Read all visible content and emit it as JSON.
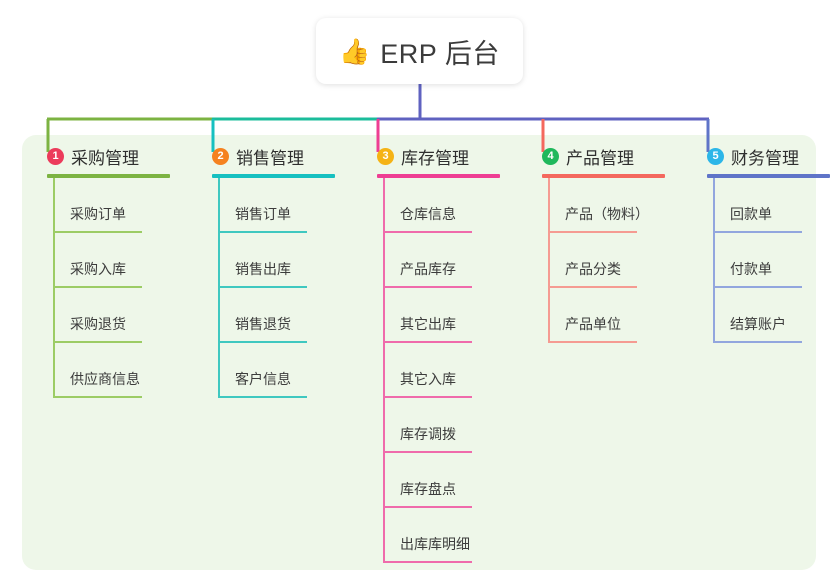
{
  "diagram": {
    "type": "mind-map",
    "background": "#ffffff",
    "panel_color": "#eef7e9",
    "root": {
      "icon": "thumbs-up-icon",
      "icon_glyph": "👍",
      "title": "ERP 后台"
    },
    "trunk_color": "#5f62c0",
    "bus_segments": [
      {
        "from_column": 1,
        "to_column": 2,
        "color": "#7cb342"
      },
      {
        "from_column": 2,
        "to_column": 3,
        "color": "#1bbc9b"
      },
      {
        "from_column": 3,
        "to_column": 5,
        "color": "#5f62c0"
      }
    ],
    "columns": [
      {
        "number": "1",
        "title": "采购管理",
        "badge_color": "#ec3b5b",
        "line_color": "#7cb342",
        "leaf_color": "#9ccc65",
        "items": [
          "采购订单",
          "采购入库",
          "采购退货",
          "供应商信息"
        ]
      },
      {
        "number": "2",
        "title": "销售管理",
        "badge_color": "#f58220",
        "line_color": "#16c0c0",
        "leaf_color": "#3fc8c0",
        "items": [
          "销售订单",
          "销售出库",
          "销售退货",
          "客户信息"
        ]
      },
      {
        "number": "3",
        "title": "库存管理",
        "badge_color": "#f5b315",
        "line_color": "#ee3e93",
        "leaf_color": "#ef6bab",
        "items": [
          "仓库信息",
          "产品库存",
          "其它出库",
          "其它入库",
          "库存调拨",
          "库存盘点",
          "出库库明细"
        ]
      },
      {
        "number": "4",
        "title": "产品管理",
        "badge_color": "#1fb85c",
        "line_color": "#f4685e",
        "leaf_color": "#f59b92",
        "items": [
          "产品（物料）",
          "产品分类",
          "产品单位"
        ]
      },
      {
        "number": "5",
        "title": "财务管理",
        "badge_color": "#2cb6e8",
        "line_color": "#5f74c8",
        "leaf_color": "#92a6de",
        "items": [
          "回款单",
          "付款单",
          "结算账户"
        ]
      }
    ]
  }
}
